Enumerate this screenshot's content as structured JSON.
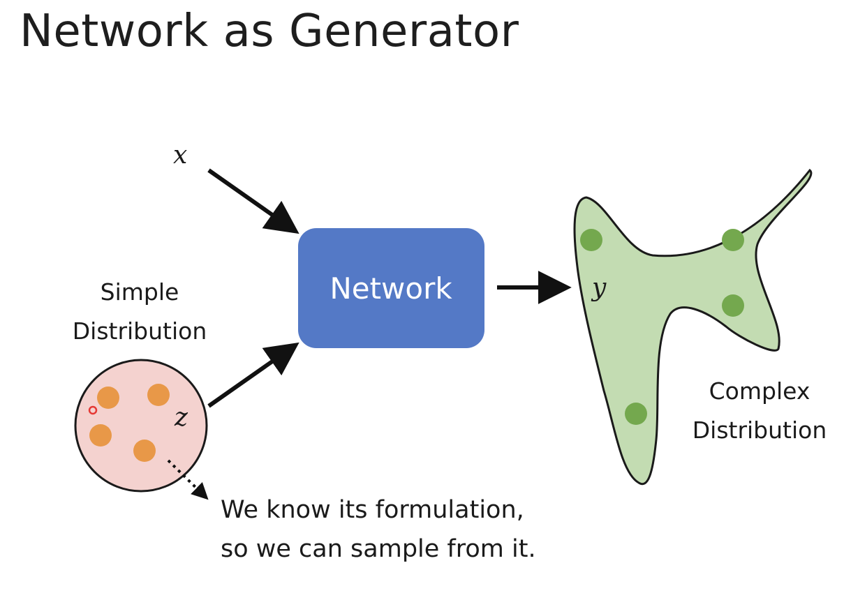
{
  "slide": {
    "title": "Network as Generator"
  },
  "diagram": {
    "input_x": "x",
    "network_label": "Network",
    "simple_distribution": {
      "line1": "Simple",
      "line2": "Distribution",
      "variable": "z"
    },
    "output_y": "y",
    "complex_distribution": {
      "line1": "Complex",
      "line2": "Distribution"
    },
    "note": {
      "line1": "We know its formulation,",
      "line2": "so we can sample from it."
    }
  },
  "colors": {
    "network_box": "#5479c6",
    "simple_fill": "#f4d2cf",
    "simple_dots": "#e89848",
    "complex_fill": "#c3dcb2",
    "complex_dots": "#74a84e",
    "highlight": "#e53935"
  },
  "icons": {
    "arrow": "arrow-right",
    "dotted_arrow": "dotted-arrow"
  }
}
